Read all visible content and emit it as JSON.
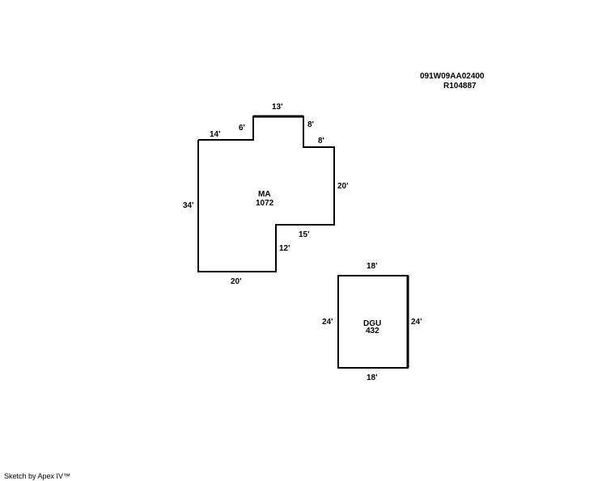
{
  "header": {
    "parcel_id": "091W09AA02400",
    "account_id": "R104887"
  },
  "main_area": {
    "code": "MA",
    "area": "1072",
    "dims": {
      "top_left": "14'",
      "step_up": "6'",
      "top": "13'",
      "right_step_down": "8'",
      "right_step_out": "8'",
      "right": "20'",
      "notch_top": "15'",
      "notch_side": "12'",
      "bottom": "20'",
      "left": "34'"
    }
  },
  "garage": {
    "code": "DGU",
    "area": "432",
    "dims": {
      "top": "18'",
      "bottom": "18'",
      "left": "24'",
      "right": "24'"
    }
  },
  "footer": {
    "credit": "Sketch by Apex IV™"
  }
}
